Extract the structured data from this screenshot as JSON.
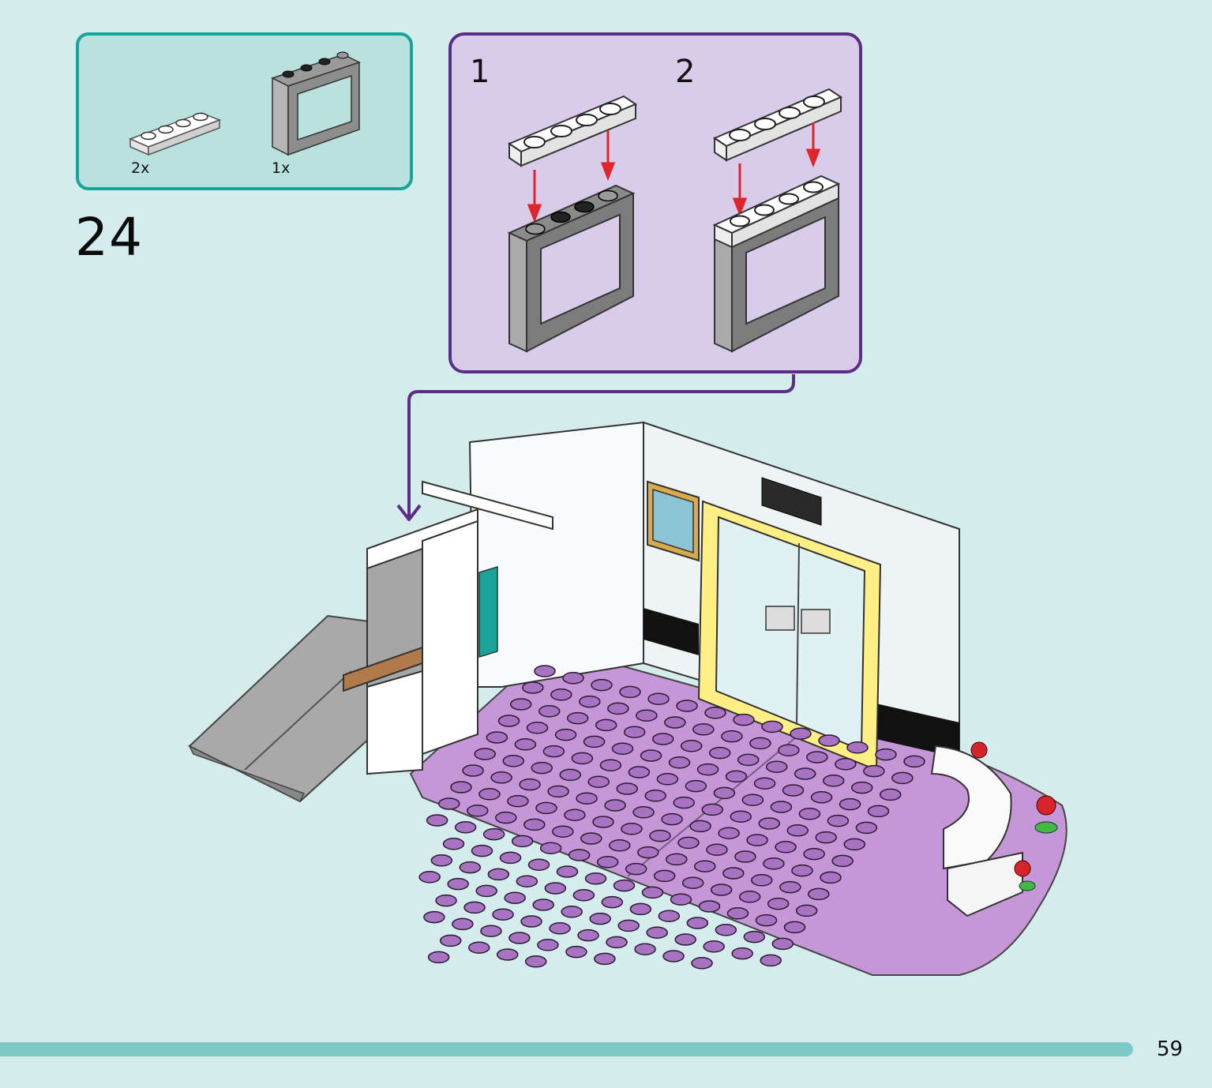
{
  "parts": [
    {
      "qty": "2x",
      "icon": "plate-1x4-white-icon"
    },
    {
      "qty": "1x",
      "icon": "window-frame-1x4x3-gray-icon"
    }
  ],
  "step_number": "24",
  "substeps": [
    "1",
    "2"
  ],
  "page_number": "59",
  "colors": {
    "background": "#d4ecec",
    "parts_border": "#1aa39a",
    "substep_border": "#5b2d86",
    "arrow_red": "#e0242c",
    "baseplate_purple": "#c597d6",
    "progress_bar": "#7ccbc7"
  }
}
